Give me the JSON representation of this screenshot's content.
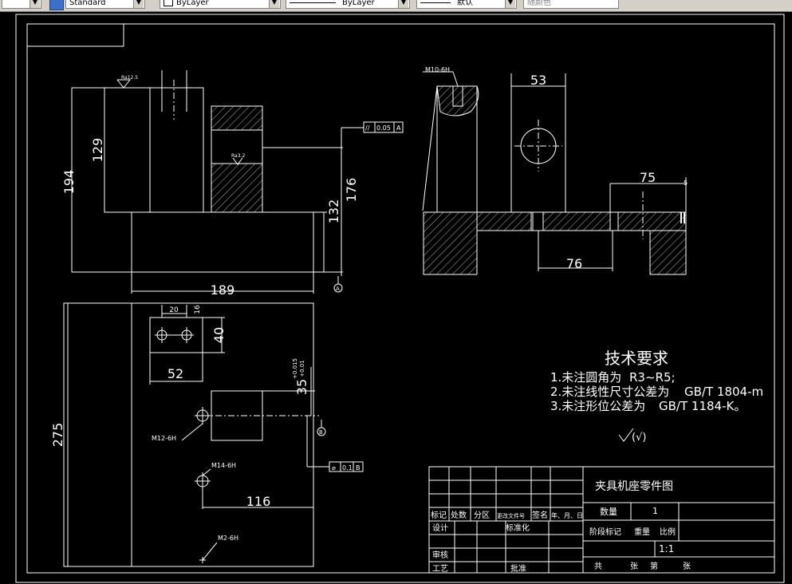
{
  "toolbar": {
    "text_style": "Standard",
    "layer": "ByLayer",
    "linetype": "ByLayer",
    "lineweight": "默认",
    "plot_style": "随颜色"
  },
  "dims": {
    "d194": "194",
    "d129": "129",
    "d189": "189",
    "d176": "176",
    "d132": "132",
    "d53": "53",
    "d75": "75",
    "d76": "76",
    "d20": "20",
    "d16": "16",
    "d40": "40",
    "d52": "52",
    "d275": "275",
    "d35": "35",
    "tol_upper": "+0.015",
    "tol_lower": "+0.01",
    "d116": "116",
    "d5": "5"
  },
  "callouts": {
    "m10": "M10-6H",
    "m12": "M12-6H",
    "m14": "M14-6H",
    "m2": "M2-6H",
    "ra1": "Ra12.5",
    "ra2": "Ra3.2",
    "fcf1_sym": "//",
    "fcf1_val": "0.05",
    "fcf1_ref": "A",
    "fcf2_sym": "⌀",
    "fcf2_val": "0.1",
    "fcf2_ref": "B",
    "datum_a": "A",
    "datum_b": "B"
  },
  "tech": {
    "title": "技术要求",
    "line1_label": "1.未注圆角为",
    "line1_value": "R3~R5;",
    "line2_label": "2.未注线性尺寸公差为",
    "line2_value": "GB/T 1804-m",
    "line3_label": "3.未注形位公差为",
    "line3_value": "GB/T 1184-K。",
    "roughness": "(√)"
  },
  "title_block": {
    "part_name": "夹具机座零件图",
    "qty_label": "数量",
    "qty_value": "1",
    "h_mark": "标记",
    "h_count": "处数",
    "h_zone": "分区",
    "h_doc": "更改文件号",
    "h_sign": "签名",
    "h_date": "年、月、日",
    "design": "设计",
    "standard": "标准化",
    "stage": "阶段标记",
    "weight": "重量",
    "scale_label": "比例",
    "scale_value": "1:1",
    "check": "审核",
    "process": "工艺",
    "approve": "批准",
    "total": "共",
    "sheets": "张",
    "page": "第",
    "sheets2": "张"
  }
}
